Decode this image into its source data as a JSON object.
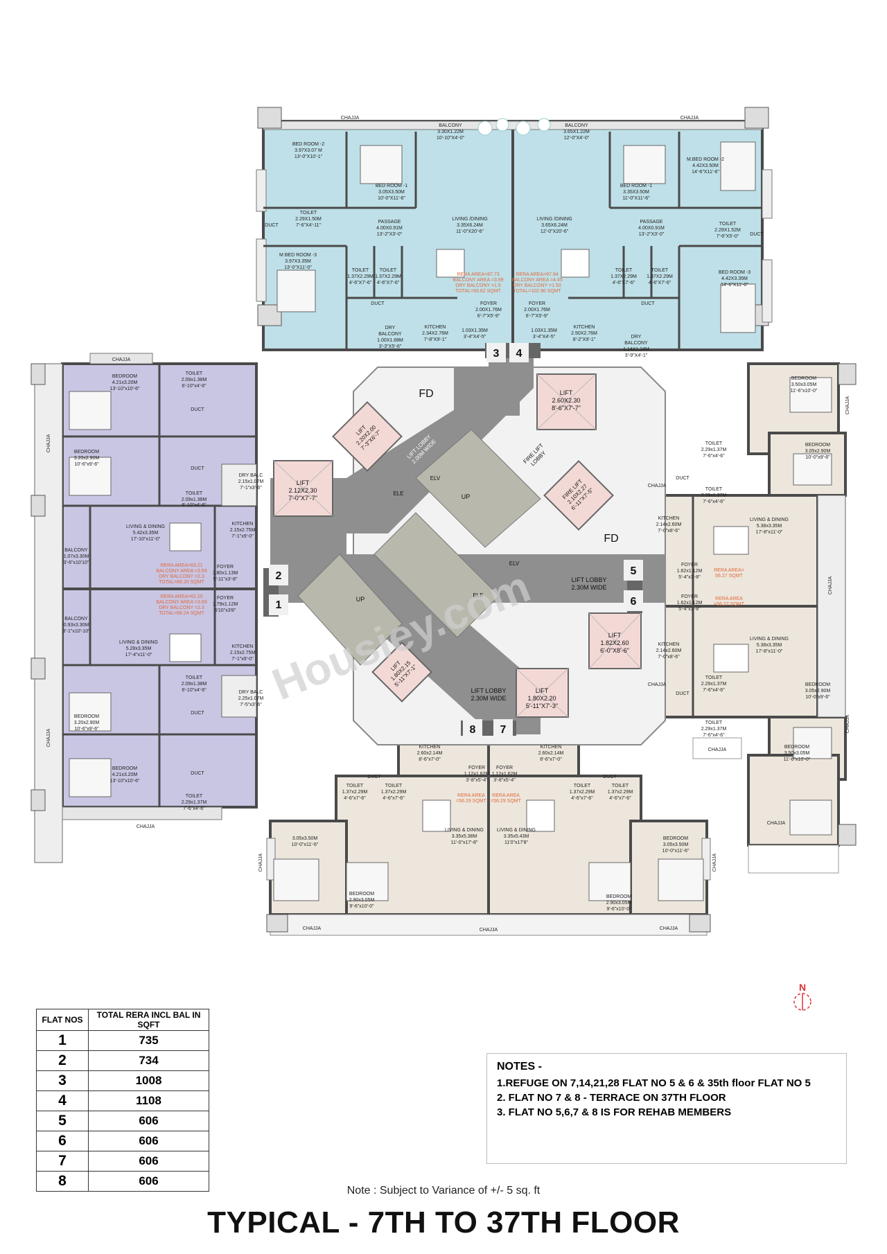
{
  "flats": [
    {
      "no": "1",
      "label": "1"
    },
    {
      "no": "2",
      "label": "2"
    },
    {
      "no": "3",
      "label": "3"
    },
    {
      "no": "4",
      "label": "4"
    },
    {
      "no": "5",
      "label": "5"
    },
    {
      "no": "6",
      "label": "6"
    },
    {
      "no": "7",
      "label": "7"
    },
    {
      "no": "8",
      "label": "8"
    }
  ],
  "rooms": {
    "t_chajja_l": "CHAJJA",
    "t_chajja_r": "CHAJJA",
    "t_bal_l": "BALCONY",
    "t_bal_l_d": "3.30X1.22M",
    "t_bal_l_f": "10'-10\"X4'-0\"",
    "t_bal_r": "BALCONY",
    "t_bal_r_d": "3.65X1.22M",
    "t_bal_r_f": "12'-0\"X4'-0\"",
    "t_bed2": "BED ROOM -2",
    "t_bed2_d": "3.97X3.07 M",
    "t_bed2_f": "13'-0\"X10'-1\"",
    "t_bed1": "BED ROOM -1",
    "t_bed1_d": "3.05X3.50M",
    "t_bed1_f": "10'-0\"X11'-6\"",
    "t_toilet_l": "TOILET",
    "t_toilet_l_d": "2.29X1.50M",
    "t_toilet_l_f": "7'-6\"X4'-11\"",
    "t_passage_l": "PASSAGE",
    "t_passage_l_d": "4.00X0.91M",
    "t_passage_l_f": "13'-2\"X3'-0\"",
    "t_living_l": "LIVING /DINING",
    "t_living_l_d": "3.35X6.24M",
    "t_living_l_f": "11'-0\"X20'-6\"",
    "t_mbed3": "M BED ROOM -3",
    "t_mbed3_d": "3.97X3.35M",
    "t_mbed3_f": "13'-0\"X11'-0\"",
    "t_tl1": "TOILET",
    "t_tl1_d": "1.37X2.29M",
    "t_tl1_f": "4'-6\"X7'-6\"",
    "t_tl2": "TOILET",
    "t_tl2_d": "1.37X2.29M",
    "t_tl2_f": "4'-6\"X7'-6\"",
    "t_rera_l": "RERA AREA=87.73",
    "t_rera_l2": "BALCONY AREA =3.99",
    "t_rera_l3": "DRY BALCONY =1.5",
    "t_rera_l4": "TOTAL=93.62 SQMT",
    "t_duct_l": "DUCT",
    "t_duct_l2": "DUCT",
    "t_foyer_l": "FOYER",
    "t_foyer_l_d": "2.00X1.76M",
    "t_foyer_l_f": "6'-7\"X5'-9\"",
    "t_kit_l": "KITCHEN",
    "t_kit_l_d": "2.34X2.76M",
    "t_kit_l_f": "7'-8\"X9'-1\"",
    "t_drybal_l": "DRY",
    "t_drybal_l2": "BALCONY",
    "t_drybal_l_d": "1.00X1.68M",
    "t_drybal_l_f": "3'-3\"X5'-6\"",
    "t_store_l": "1.03X1.35M",
    "t_store_l_f": "3'-4\"X4'-5\"",
    "t_mbed2": "M.BED ROOM -2",
    "t_mbed2_d": "4.42X3.50M",
    "t_mbed2_f": "14'-6\"X11'-6\"",
    "t_bed1r": "BED ROOM -1",
    "t_bed1r_d": "3.35X3.50M",
    "t_bed1r_f": "11'-0\"X11'-6\"",
    "t_living_r": "LIVING /DINING",
    "t_living_r_d": "3.65X6.24M",
    "t_living_r_f": "12'-0\"X20'-6\"",
    "t_passage_r": "PASSAGE",
    "t_passage_r_d": "4.00X0.91M",
    "t_passage_r_f": "13'-2\"X3'-0\"",
    "t_toilet_r": "TOILET",
    "t_toilet_r_d": "2.29X1.52M",
    "t_toilet_r_f": "7'-6\"X5'-0\"",
    "t_bed3r": "BED ROOM -3",
    "t_bed3r_d": "4.42X3.35M",
    "t_bed3r_f": "14'-6\"X11'-0\"",
    "t_rera_r": "RERA AREA=97.94",
    "t_rera_r2": "BALCONY AREA =4.45",
    "t_rera_r3": "DRY BALCONY =1.50",
    "t_rera_r4": "TOTAL=102.90 SQMT",
    "t_foyer_r": "FOYER",
    "t_foyer_r_d": "2.00X1.76M",
    "t_foyer_r_f": "6'-7\"X5'-9\"",
    "t_kit_r": "KITCHEN",
    "t_kit_r_d": "2.50X2.76M",
    "t_kit_r_f": "8'-2\"X9'-1\"",
    "t_store_r": "1.03X1.35M",
    "t_store_r_f": "3'-4\"X4'-5\"",
    "t_drybal_r": "DRY",
    "t_drybal_r2": "BALCONY",
    "t_drybal_r_d": "1.14X1.24M",
    "t_drybal_r_f": "3'-9\"X4'-1\"",
    "t_tl3": "TOILET",
    "t_tl3_d": "1.37X2.29M",
    "t_tl3_f": "4'-6\"X7'-6\"",
    "t_tl4": "TOILET",
    "t_tl4_d": "1.37X2.29M",
    "t_tl4_f": "4'-6\"X7'-6\"",
    "t_duct_r": "DUCT",
    "t_duct_r2": "DUCT",
    "w_chajja": "CHAJJA",
    "w_chajja_side": "CHAJJA",
    "w_chajja_side2": "CHAJJA",
    "w_chajja_b": "CHAJJA",
    "w_bed_t": "BEDROOM",
    "w_bed_t_d": "4.21x3.20M",
    "w_bed_t_f": "13'-10\"x10'-6\"",
    "w_toi_t": "TOILET",
    "w_toi_t_d": "2.09x1.38M",
    "w_toi_t_f": "6'-10\"x4'-6\"",
    "w_duct1": "DUCT",
    "w_duct2": "DUCT",
    "w_duct3": "DUCT",
    "w_duct4": "DUCT",
    "w_bed2": "BEDROOM",
    "w_bed2_d": "3.20x2.90M",
    "w_bed2_f": "10'-6\"x9'-6\"",
    "w_toi2": "TOILET",
    "w_toi2_d": "2.09x1.38M",
    "w_toi2_f": "6'-10\"x4'-6\"",
    "w_drybal1": "DRY BALC",
    "w_drybal1_d": "2.15x1.07M",
    "w_drybal1_f": "7'-1\"x3'-6\"",
    "w_liv1": "LIVING & DINING",
    "w_liv1_d": "5.42x3.35M",
    "w_liv1_f": "17'-10\"x11'-0\"",
    "w_kit1": "KITCHEN",
    "w_kit1_d": "2.15x2.75M",
    "w_kit1_f": "7'-1\"x9'-0\"",
    "w_bal1": "BALCONY",
    "w_bal1_d": "1.07x3.30M",
    "w_bal1_f": "3'-6\"x10'10\"",
    "w_rera1": "RERA AREA=63.21",
    "w_rera1_2": "BALCONY AREA =3.69",
    "w_rera1_3": "DRY BALCONY =2.3",
    "w_rera1_4": "TOTAL=68.20 SQMT",
    "w_foyer1": "FOYER",
    "w_foyer1_d": "1.80x1.13M",
    "w_foyer1_f": "5'-11\"x3'-8\"",
    "w_rera2": "RERA AREA=62.25",
    "w_rera2_2": "BALCONY AREA =3.69",
    "w_rera2_3": "DRY BALCONY =2.3",
    "w_rera2_4": "TOTAL=68.24 SQMT",
    "w_foyer2": "FOYER",
    "w_foyer2_d": "1.79x1.12M",
    "w_foyer2_f": "5'10\"x3'8\"",
    "w_bal2": "BALCONY",
    "w_bal2_d": "0.93x3.30M",
    "w_bal2_f": "3'-1\"x10'-10\"",
    "w_liv2": "LIVING & DINING",
    "w_liv2_d": "5.28x3.35M",
    "w_liv2_f": "17'-4\"x11'-0\"",
    "w_kit2": "KITCHEN",
    "w_kit2_d": "2.15x2.75M",
    "w_kit2_f": "7'-1\"x9'-0\"",
    "w_toi3": "TOILET",
    "w_toi3_d": "2.09x1.38M",
    "w_toi3_f": "6'-10\"x4'-6\"",
    "w_drybal2": "DRY BALC",
    "w_drybal2_d": "2.25x1.07M",
    "w_drybal2_f": "7'-5\"x3'-6\"",
    "w_bed3": "BEDROOM",
    "w_bed3_d": "3.20x2.90M",
    "w_bed3_f": "10'-6\"x9'-6\"",
    "w_bed4": "BEDROOM",
    "w_bed4_d": "4.21x3.20M",
    "w_bed4_f": "13'-10\"x10'-6\"",
    "w_toi4": "TOILET",
    "w_toi4_d": "2.29x1.37M",
    "w_toi4_f": "7'-6\"x4'-6\"",
    "e_bed1": "BEDROOM",
    "e_bed1_d": "3.50x3.05M",
    "e_bed1_f": "11'-6\"x10'-0\"",
    "e_chajja1": "CHAJJA",
    "e_chajja2": "CHAJJA",
    "e_chajja3": "CHAJJA",
    "e_chajja4": "CHAJJA",
    "e_chajja5": "CHAJJA",
    "e_chajja6": "CHAJJA",
    "e_chajja7": "CHAJJA",
    "e_toi1": "TOILET",
    "e_toi1_d": "2.29x1.37M",
    "e_toi1_f": "7'-6\"x4'-6\"",
    "e_bed2": "BEDROOM",
    "e_bed2_d": "3.05x2.90M",
    "e_bed2_f": "10'-0\"x9'-6\"",
    "e_duct1": "DUCT",
    "e_duct2": "DUCT",
    "e_toi2": "TOILET",
    "e_toi2_d": "2.29x1.37M",
    "e_toi2_f": "7'-6\"x4'-6\"",
    "e_kit1": "KITCHEN",
    "e_kit1_d": "2.14x2.60M",
    "e_kit1_f": "7'-0\"x8'-6\"",
    "e_liv1": "LIVING & DINING",
    "e_liv1_d": "5.38x3.35M",
    "e_liv1_f": "17'-8\"x11'-0\"",
    "e_foyer1": "FOYER",
    "e_foyer1_d": "1.62x1.12M",
    "e_foyer1_f": "5'-4\"x3'-8\"",
    "e_rera1": "RERA AREA=",
    "e_rera1_2": "56.27 SQMT",
    "e_foyer2": "FOYER",
    "e_foyer2_d": "1.62x1.12M",
    "e_foyer2_f": "5'-4\"x3'-8\"",
    "e_rera2": "RERA AREA",
    "e_rera2_2": "=56.27 SQMT",
    "e_liv2": "LIVING & DINING",
    "e_liv2_d": "5.38x3.35M",
    "e_liv2_f": "17'-8\"x11'-0\"",
    "e_kit2": "KITCHEN",
    "e_kit2_d": "2.14x2.60M",
    "e_kit2_f": "7'-0\"x8'-6\"",
    "e_toi3": "TOILET",
    "e_toi3_d": "2.29x1.37M",
    "e_toi3_f": "7'-6\"x4'-6\"",
    "e_bed3": "BEDROOM",
    "e_bed3_d": "3.05x2.90M",
    "e_bed3_f": "10'-0\"x9'-6\"",
    "e_toi4": "TOILET",
    "e_toi4_d": "2.29x1.37M",
    "e_toi4_f": "7'-6\"x4'-6\"",
    "e_bed4": "BEDROOM",
    "e_bed4_d": "3.50x3.05M",
    "e_bed4_f": "11'-6\"x10'-0\"",
    "s_kit1": "KITCHEN",
    "s_kit1_d": "2.60x2.14M",
    "s_kit1_f": "8'-6\"x7'-0\"",
    "s_kit2": "KITCHEN",
    "s_kit2_d": "2.60x2.14M",
    "s_kit2_f": "8'-6\"x7'-0\"",
    "s_foyer1": "FOYER",
    "s_foyer1_d": "1.12x1.62M",
    "s_foyer1_f": "3'-8\"x5'-4\"",
    "s_foyer2": "FOYER",
    "s_foyer2_d": "1.12x1.62M",
    "s_foyer2_f": "3'-8\"x5'-4\"",
    "s_duct1": "DUCT",
    "s_duct2": "DUCT",
    "s_toi1": "TOILET",
    "s_toi1_d": "1.37x2.29M",
    "s_toi1_f": "4'-6\"x7'-6\"",
    "s_toi2": "TOILET",
    "s_toi2_d": "1.37x2.29M",
    "s_toi2_f": "4'-6\"x7'-6\"",
    "s_toi3": "TOILET",
    "s_toi3_d": "1.37x2.29M",
    "s_toi3_f": "4'-6\"x7'-6\"",
    "s_toi4": "TOILET",
    "s_toi4_d": "1.37x2.29M",
    "s_toi4_f": "4'-6\"x7'-6\"",
    "s_rera1": "RERA AREA",
    "s_rera1_2": "=56.29 SQMT",
    "s_rera2": "RERA AREA",
    "s_rera2_2": "=56.29 SQMT",
    "s_liv1": "LIVING & DINING",
    "s_liv1_d": "3.35x5.38M",
    "s_liv1_f": "11'-0\"x17'-8\"",
    "s_liv2": "LIVING & DINING",
    "s_liv2_d": "3.35x5.43M",
    "s_liv2_f": "11'0\"x17'8\"",
    "s_bedA": "3.05x3.50M",
    "s_bedA_f": "10'-0\"x11'-6\"",
    "s_bedB": "BEDROOM",
    "s_bedB_d": "3.05x3.50M",
    "s_bedB_f": "10'-0\"x11'-6\"",
    "s_bed1": "BEDROOM",
    "s_bed1_d": "2.90x3.05M",
    "s_bed1_f": "9'-6\"x10'-0\"",
    "s_bed2": "BEDROOM",
    "s_bed2_d": "2.90x3.05M",
    "s_bed2_f": "9'-6\"x10'-0\"",
    "s_chajja1": "CHAJJA",
    "s_chajja2": "CHAJJA",
    "s_chajja3": "CHAJJA",
    "s_chajja4": "CHAJJA",
    "s_chajja5": "CHAJJA",
    "c_fd1": "FD",
    "c_fd2": "FD",
    "c_lift_a": "LIFT",
    "c_lift_a_d": "2.60X2.30",
    "c_lift_a_f": "8'-6\"X7'-7\"",
    "c_lift_b": "LIFT",
    "c_lift_b_d": "2.20X2.00",
    "c_lift_b_f": "7'-3\"X6'-7\"",
    "c_lift_c": "LIFT",
    "c_lift_c_d": "2.12X2.30",
    "c_lift_c_f": "7'-0\"X7'-7\"",
    "c_lobby1": "LIFT LOBBY",
    "c_lobby1_d": "2.00M WIDE",
    "c_firelobby": "FIRE LIFT",
    "c_firelobby2": "LOBBY",
    "c_firelift": "FIRE LIFT",
    "c_firelift_d": "2.10X2.27",
    "c_firelift_f": "6'-11\"X7'-5\"",
    "c_lobby2": "LIFT LOBBY",
    "c_lobby2_d": "2.30M WIDE",
    "c_lift_d": "LIFT",
    "c_lift_d_d": "1.82X2.60",
    "c_lift_d_f": "6'-0\"X8'-6\"",
    "c_lift_e": "LIFT",
    "c_lift_e_d": "1.80X2.15",
    "c_lift_e_f": "5'-11\"X7'-1\"",
    "c_lobby3": "LIFT LOBBY",
    "c_lobby3_d": "2.30M WIDE",
    "c_lift_f": "LIFT",
    "c_lift_f_d": "1.80X2.20",
    "c_lift_f_f": "5'-11\"X7'-3\"",
    "c_up1": "UP",
    "c_up2": "UP",
    "c_elv1": "ELV",
    "c_elv2": "ELV",
    "c_ele1": "ELE",
    "c_ele2": "ELE"
  },
  "table": {
    "header_flat": "FLAT NOS",
    "header_area": "TOTAL RERA INCL BAL IN SQFT",
    "rows": [
      {
        "flat": "1",
        "area": "735"
      },
      {
        "flat": "2",
        "area": "734"
      },
      {
        "flat": "3",
        "area": "1008"
      },
      {
        "flat": "4",
        "area": "1108"
      },
      {
        "flat": "5",
        "area": "606"
      },
      {
        "flat": "6",
        "area": "606"
      },
      {
        "flat": "7",
        "area": "606"
      },
      {
        "flat": "8",
        "area": "606"
      }
    ]
  },
  "notes": {
    "title": "NOTES -",
    "items": [
      "1.REFUGE ON 7,14,21,28 FLAT NO 5 & 6 & 35th floor FLAT NO 5",
      "2. FLAT NO 7 & 8 - TERRACE  ON 37TH FLOOR",
      "3. FLAT NO 5,6,7 & 8  IS FOR REHAB MEMBERS"
    ]
  },
  "north_label": "N",
  "variance_note": "Note : Subject to Variance of +/- 5 sq. ft",
  "title": "TYPICAL - 7TH TO 37TH FLOOR",
  "watermark": "Housiey.com",
  "colors": {
    "flat_top": "#bfe0e8",
    "flat_west": "#c9c6e4",
    "flat_east": "#ede6dc",
    "flat_south": "#ede6dc",
    "lobby": "#8f8f8f",
    "lift": "#f3d9d6",
    "stair": "#b9b8ac",
    "wall": "#4a4a4a",
    "rera_text": "#e0693c"
  }
}
